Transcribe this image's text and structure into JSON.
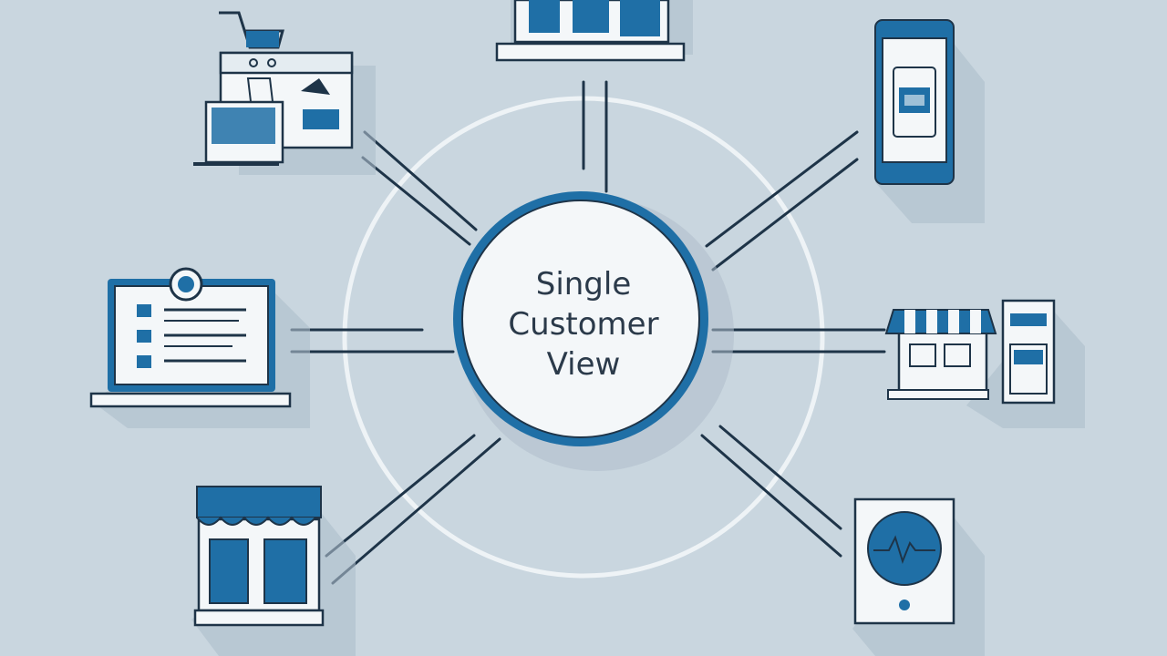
{
  "hub": {
    "label_lines": [
      "Single",
      "Customer",
      "View"
    ]
  },
  "nodes": [
    {
      "id": "ecommerce",
      "icon": "shopping-cart-desktop-icon"
    },
    {
      "id": "storefront-top",
      "icon": "storefront-icon"
    },
    {
      "id": "mobile",
      "icon": "mobile-phone-icon"
    },
    {
      "id": "laptop",
      "icon": "laptop-form-icon"
    },
    {
      "id": "retail-kiosk",
      "icon": "retail-store-kiosk-icon"
    },
    {
      "id": "shop",
      "icon": "shop-awning-icon"
    },
    {
      "id": "smart-device",
      "icon": "smart-device-icon"
    }
  ],
  "colors": {
    "background": "#c9d6df",
    "primary": "#1f6fa6",
    "dark": "#1e3448",
    "white": "#f4f7f9",
    "shadow": "#aebecb"
  }
}
